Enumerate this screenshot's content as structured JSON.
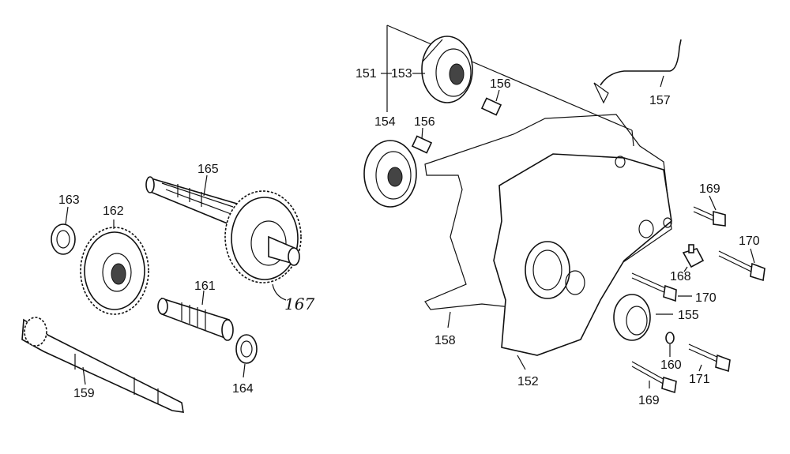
{
  "labels": {
    "p151": "151",
    "p153": "153",
    "p154": "154",
    "p156a": "156",
    "p156b": "156",
    "p157": "157",
    "p152": "152",
    "p155": "155",
    "p158": "158",
    "p159": "159",
    "p160": "160",
    "p161": "161",
    "p162": "162",
    "p163": "163",
    "p164": "164",
    "p165": "165",
    "p167": "167",
    "p168": "168",
    "p169a": "169",
    "p169b": "169",
    "p170a": "170",
    "p170b": "170",
    "p171": "171"
  }
}
